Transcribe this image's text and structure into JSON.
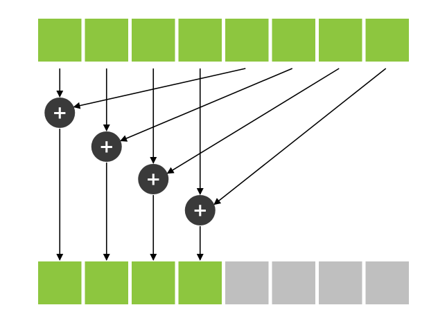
{
  "diagram": {
    "kind": "parallel-reduction-step",
    "colors": {
      "active_cell": "#8dc63f",
      "inactive_cell": "#bfbfbf",
      "adder": "#3a3a3a",
      "adder_symbol": "#ffffff",
      "arrow": "#000000"
    },
    "input_row": {
      "cells": [
        {
          "state": "active"
        },
        {
          "state": "active"
        },
        {
          "state": "active"
        },
        {
          "state": "active"
        },
        {
          "state": "active"
        },
        {
          "state": "active"
        },
        {
          "state": "active"
        },
        {
          "state": "active"
        }
      ]
    },
    "adders": [
      {
        "symbol": "+",
        "left_input": 0,
        "right_input": 4,
        "output": 0
      },
      {
        "symbol": "+",
        "left_input": 1,
        "right_input": 5,
        "output": 1
      },
      {
        "symbol": "+",
        "left_input": 2,
        "right_input": 6,
        "output": 2
      },
      {
        "symbol": "+",
        "left_input": 3,
        "right_input": 7,
        "output": 3
      }
    ],
    "output_row": {
      "cells": [
        {
          "state": "active"
        },
        {
          "state": "active"
        },
        {
          "state": "active"
        },
        {
          "state": "active"
        },
        {
          "state": "inactive"
        },
        {
          "state": "inactive"
        },
        {
          "state": "inactive"
        },
        {
          "state": "inactive"
        }
      ]
    },
    "icons": {
      "adder_icon": "plus-circle-icon",
      "arrow_icon": "arrow-down-icon"
    }
  }
}
